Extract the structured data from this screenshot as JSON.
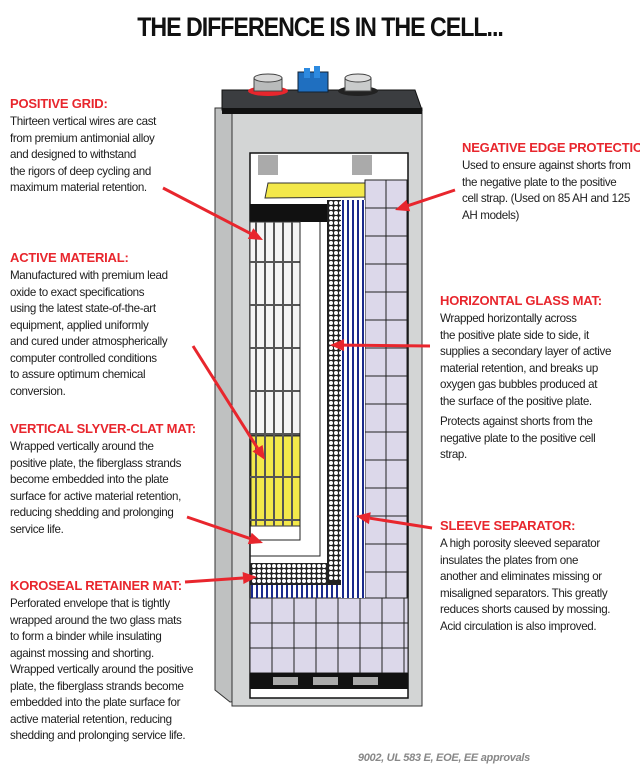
{
  "title": "THE DIFFERENCE IS IN THE CELL...",
  "callouts": {
    "positive_grid": {
      "heading": "POSITIVE GRID:",
      "text": "Thirteen vertical wires are cast\nfrom premium antimonial alloy\nand designed to withstand\nthe rigors of deep cycling and\nmaximum material retention."
    },
    "active_material": {
      "heading": "ACTIVE MATERIAL:",
      "text": "Manufactured with premium lead\noxide to exact specifications\nusing the latest state-of-the-art\nequipment, applied uniformly\nand cured under atmospherically\ncomputer controlled conditions\nto assure optimum chemical\nconversion."
    },
    "vertical_mat": {
      "heading": "VERTICAL SLYVER-CLAT MAT:",
      "text": "Wrapped vertically around the\npositive plate, the fiberglass strands\nbecome embedded into the plate\nsurface for active material retention,\nreducing shedding and prolonging\nservice life."
    },
    "koroseal": {
      "heading": "KOROSEAL RETAINER MAT:",
      "text": "Perforated envelope that is tightly\nwrapped around the two glass mats\nto form a binder while insulating\nagainst mossing and shorting.\nWrapped vertically around the positive\nplate, the fiberglass strands become\nembedded into the plate surface for\nactive material retention, reducing\nshedding and prolonging service life."
    },
    "negative_edge": {
      "heading": "NEGATIVE EDGE PROTECTION:",
      "text": "Used to ensure against shorts from\nthe negative plate to the positive\ncell strap. (Used on 85 AH and 125\nAH models)"
    },
    "horizontal_mat": {
      "heading": "HORIZONTAL GLASS MAT:",
      "text": "Wrapped horizontally across\nthe positive plate side to side, it\nsupplies a secondary layer of active\nmaterial retention, and breaks up\noxygen gas bubbles produced at\nthe surface of the positive plate.",
      "text2": "Protects against shorts from the\nnegative plate to the positive cell\nstrap."
    },
    "sleeve": {
      "heading": "SLEEVE SEPARATOR:",
      "text": "A high porosity sleeved separator\ninsulates the plates from one\nanother and eliminates missing or\nmisaligned separators. This greatly\nreduces shorts caused by mossing.\nAcid circulation is also improved."
    }
  },
  "footer": "9002, UL 583 E, EOE, EE approvals",
  "colors": {
    "accent": "#e8262d",
    "case": "#d3d5d5",
    "tile": "#dcd8ea",
    "plate_yellow": "#f3e84a",
    "separator_blue": "#1a2a8c"
  }
}
